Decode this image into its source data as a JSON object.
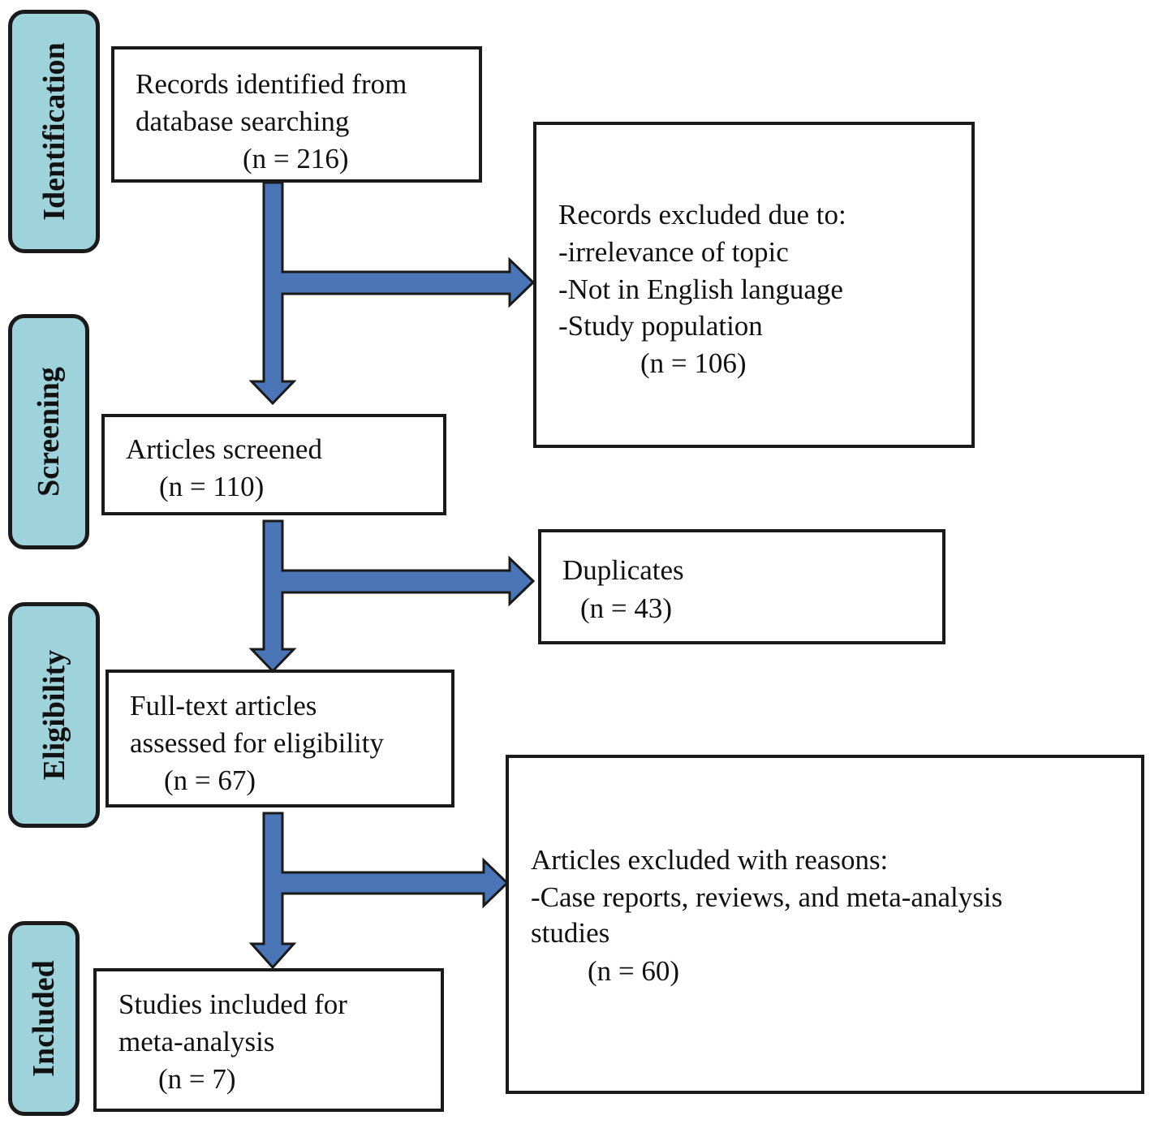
{
  "stages": {
    "identification": "Identification",
    "screening": "Screening",
    "eligibility": "Eligibility",
    "included": "Included"
  },
  "boxes": {
    "identified": {
      "line1": "Records identified from",
      "line2": "database searching",
      "count": "(n = 216)"
    },
    "excluded_records": {
      "line1": "Records excluded due to:",
      "line2": "-irrelevance of topic",
      "line3": "-Not in English language",
      "line4": "-Study population",
      "count": "(n = 106)"
    },
    "screened": {
      "line1": "Articles screened",
      "count": "(n = 110)"
    },
    "duplicates": {
      "line1": "Duplicates",
      "count": "(n = 43)"
    },
    "full_text": {
      "line1": "Full-text articles",
      "line2": "assessed for eligibility",
      "count": "(n = 67)"
    },
    "excluded_articles": {
      "line1": "Articles excluded with reasons:",
      "line2": "-Case reports, reviews, and meta-analysis",
      "line3": "studies",
      "count": "(n = 60)"
    },
    "included": {
      "line1": "Studies included for",
      "line2": "meta-analysis",
      "count": "(n = 7)"
    }
  },
  "colors": {
    "arrow_fill": "#4a76b8",
    "arrow_stroke": "#1a1a1a",
    "stage_fill": "#9fd3dc"
  }
}
